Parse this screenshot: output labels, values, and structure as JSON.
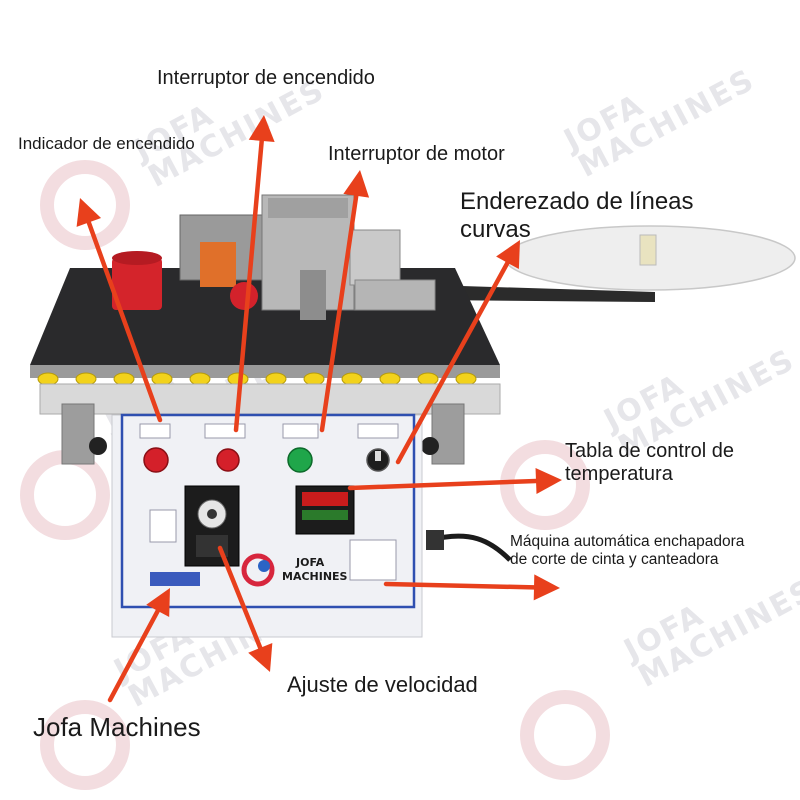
{
  "labels": {
    "power_switch": "Interruptor de encendido",
    "power_indicator": "Indicador de encendido",
    "motor_switch": "Interruptor de motor",
    "straightening_line1": "Enderezado de líneas",
    "straightening_line2": "curvas",
    "temp_line1": "Tabla de control de",
    "temp_line2": "temperatura",
    "machine_line1": "Máquina automática enchapadora",
    "machine_line2": "de corte de cinta y canteadora",
    "speed": "Ajuste de velocidad",
    "brand": "Jofa Machines"
  },
  "watermark": {
    "line1": "JOFA",
    "line2": "MACHINES"
  },
  "logo": {
    "line1": "JOFA",
    "line2": "MACHINES"
  },
  "colors": {
    "arrow": "#e8401c",
    "panel_border": "#2f4fb0",
    "indicator_red": "#d4202a",
    "indicator_green": "#1fa64a",
    "watermark": "#e6e6ea"
  },
  "icons": [
    "arrow-icon",
    "power-button-icon",
    "knob-icon",
    "logo-icon"
  ]
}
